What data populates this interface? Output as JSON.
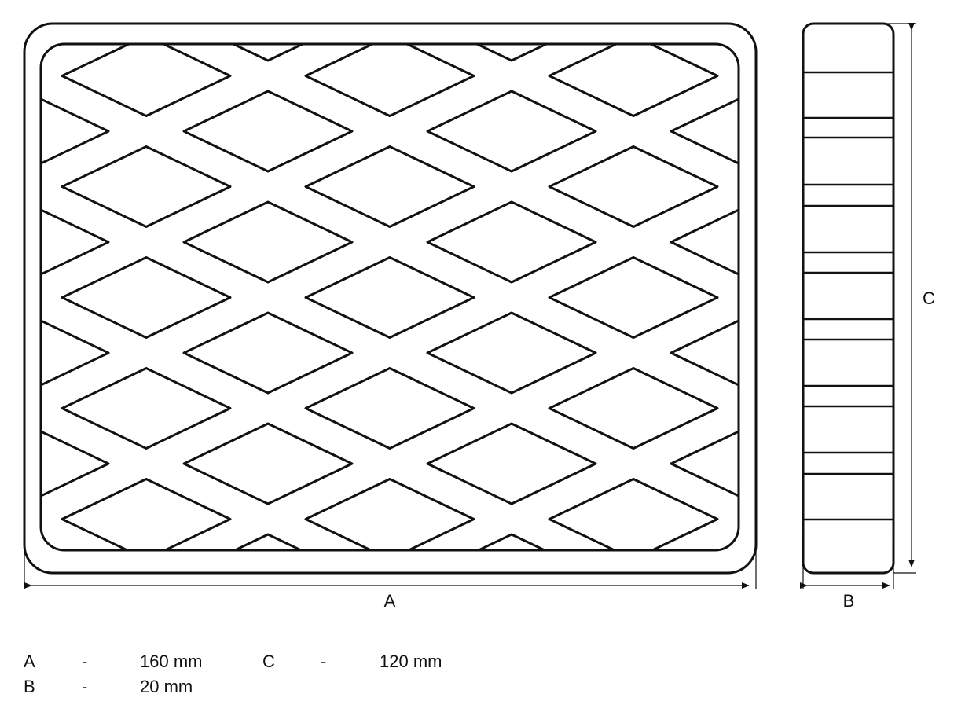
{
  "dimensions": {
    "a_label": "A",
    "b_label": "B",
    "c_label": "C"
  },
  "legend": [
    {
      "key": "A",
      "sep": "-",
      "value": "160 mm"
    },
    {
      "key": "B",
      "sep": "-",
      "value": "20 mm"
    },
    {
      "key": "C",
      "sep": "-",
      "value": "120 mm"
    }
  ],
  "colors": {
    "line": "#111111",
    "background": "#ffffff"
  }
}
